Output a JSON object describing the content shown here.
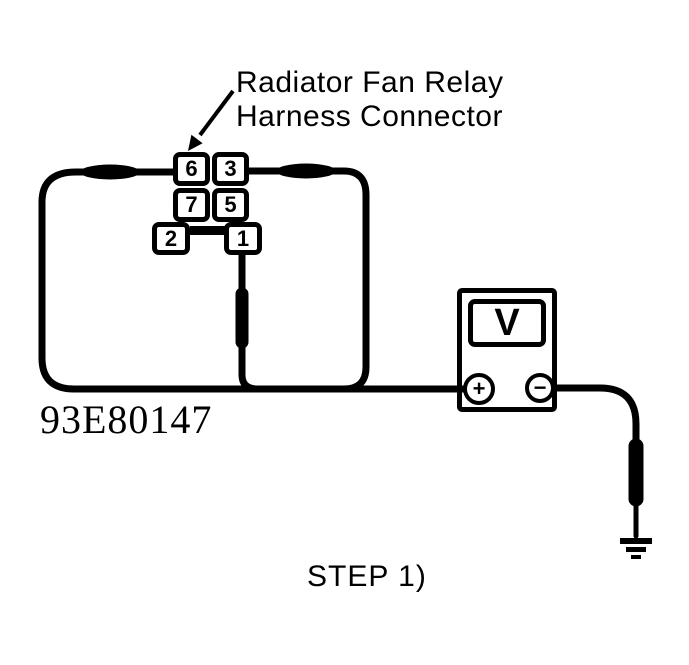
{
  "annotation": {
    "line1": "Radiator Fan Relay",
    "line2": "Harness Connector"
  },
  "connector": {
    "pins": {
      "grid": [
        "6",
        "3",
        "7",
        "5"
      ],
      "bottom": [
        "2",
        "1"
      ]
    }
  },
  "meter": {
    "display": "V",
    "plus": "+",
    "minus": "−"
  },
  "figure_id": "93E80147",
  "caption": "STEP 1)",
  "colors": {
    "ink": "#000000",
    "paper": "#ffffff"
  }
}
